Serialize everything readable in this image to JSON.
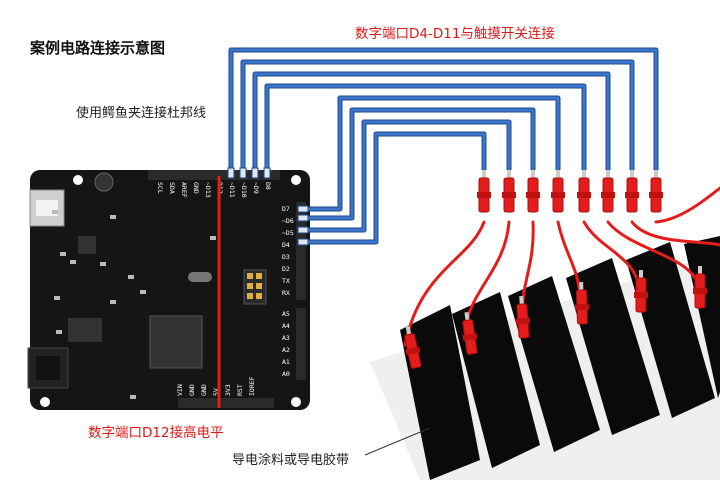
{
  "title": "案例电路连接示意图",
  "label_jumper_wires": "使用鳄鱼夹连接杜邦线",
  "label_d4_d11": "数字端口D4-D11与触摸开关连接",
  "label_d12_high": "数字端口D12接高电平",
  "label_conductive": "导电涂料或导电胶带",
  "board": {
    "top_pins_left": [
      "SCL",
      "SDA",
      "AREF",
      "GND",
      "~D13",
      "D12"
    ],
    "top_pins_right": [
      "~D11",
      "~D10",
      "~D9",
      "D8"
    ],
    "right_pins_upper": [
      "D7",
      "~D6",
      "~D5",
      "D4",
      "D3",
      "D2",
      "TX",
      "RX"
    ],
    "right_pins_lower": [
      "A5",
      "A4",
      "A3",
      "A2",
      "A1",
      "A0"
    ],
    "bottom_pins": [
      "VIN",
      "GND",
      "GND",
      "5V",
      "3V3",
      "RST",
      "IOREF"
    ]
  },
  "colors": {
    "board": "#151515",
    "blue_wire": "#3c74c8",
    "red_wire": "#e41c1c",
    "strip_black": "#0a0a0a",
    "label_red": "#e01818"
  }
}
